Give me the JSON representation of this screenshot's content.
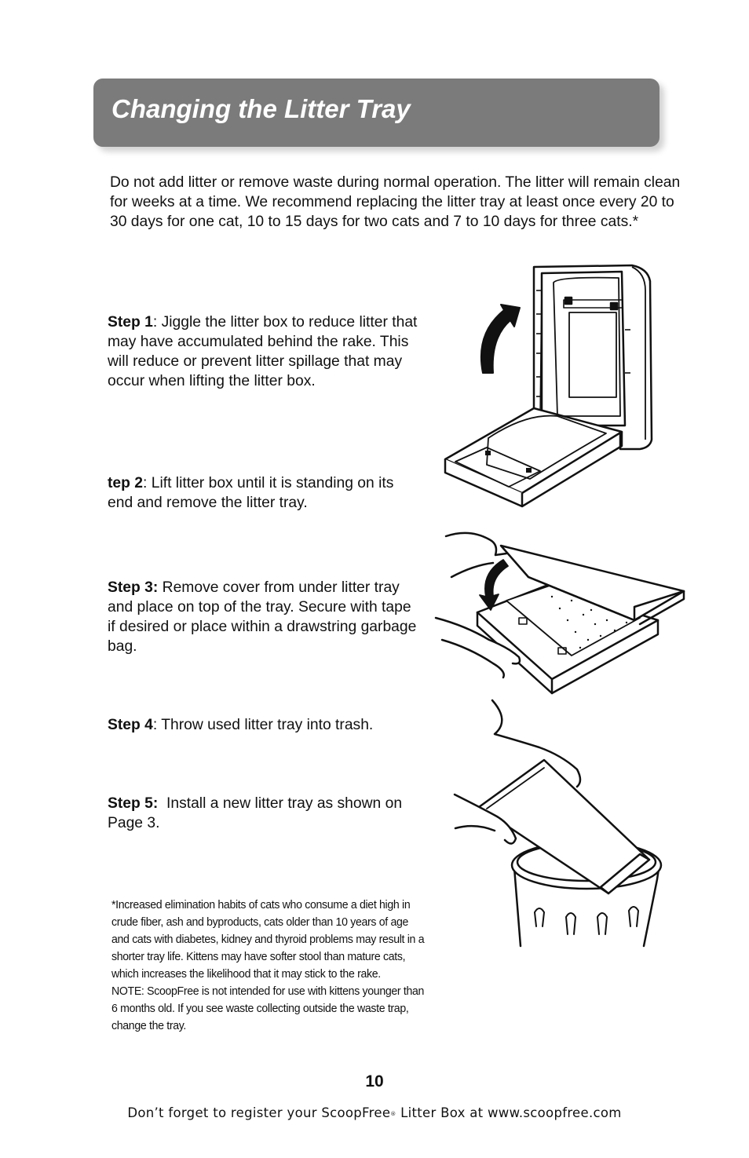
{
  "header": {
    "title": "Changing the Litter Tray"
  },
  "intro": "Do not add litter or remove waste during normal operation. The litter will remain clean for weeks at a time. We recommend replacing the litter tray at least once every 20 to 30 days for one cat, 10 to 15 days for two cats and 7 to 10 days for three cats.*",
  "steps": [
    {
      "label": "Step 1",
      "text": ": Jiggle the litter box to reduce litter that may have accumulated behind the rake. This will reduce or prevent litter spillage that may occur when lifting the litter box."
    },
    {
      "label": "tep 2",
      "text": ": Lift litter box until it is standing on its end and remove the litter tray."
    },
    {
      "label": "Step 3:",
      "text": " Remove cover from under litter tray and place on top of the tray. Secure with tape if desired or place within a drawstring garbage bag."
    },
    {
      "label": "Step 4",
      "text": ": Throw used litter tray into trash."
    },
    {
      "label": "Step 5:",
      "text": "  Install a new litter tray as shown on Page 3."
    }
  ],
  "footnote": {
    "lines": [
      "*Increased elimination habits of cats who consume a diet high in",
      "crude fiber, ash and byproducts, cats older than 10 years of age",
      "and cats with diabetes, kidney and thyroid problems may result in a",
      "shorter tray life. Kittens may have softer stool than mature cats,",
      "which increases the likelihood that it may stick to the rake.",
      "NOTE: ScoopFree is not intended for use with kittens younger than",
      "6 months old. If you see waste collecting outside the waste trap,",
      "change the tray."
    ]
  },
  "footer": {
    "page_number": "10",
    "register_prefix": "Don’t forget to register your ScoopFree",
    "register_mark": "®",
    "register_suffix": " Litter Box at www.scoopfree.com"
  },
  "colors": {
    "banner": "#7b7b7b",
    "banner_text": "#ffffff",
    "body_text": "#111111"
  },
  "illustrations": [
    "litter-box-lifted-icon",
    "cover-placement-icon",
    "trash-can-disposal-icon"
  ]
}
